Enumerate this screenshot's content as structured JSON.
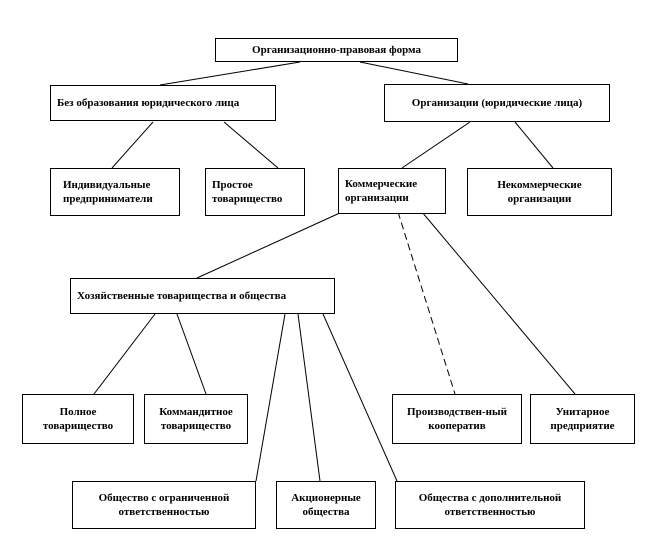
{
  "diagram": {
    "root": "Организационно-правовая форма",
    "no_entity": "Без образования юридического лица",
    "entities": "Организации (юридические лица)",
    "individual": "Индивидуальные предприниматели",
    "simple_partnership": "Простое товарищество",
    "commercial": "Коммерческие организации",
    "noncommercial": "Некоммерческие организации",
    "business": "Хозяйственные товарищества и общества",
    "full_partnership": "Полное товарищество",
    "limited_partnership": "Коммандитное товарищество",
    "coop": "Производствен-ный кооператив",
    "unitary": "Унитарное предприятие",
    "llc": "Общество с ограниченной ответственностью",
    "jsc": "Акционерные общества",
    "alc": "Общества с дополнительной ответственностью"
  }
}
